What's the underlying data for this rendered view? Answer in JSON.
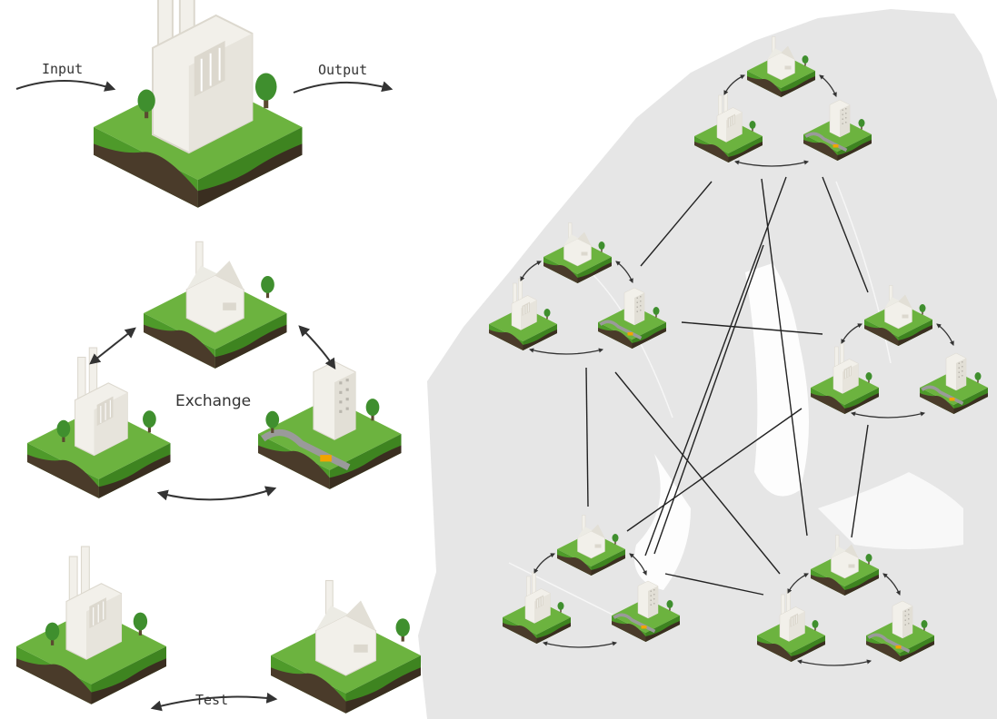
{
  "labels": {
    "input": "Input",
    "output": "Output",
    "exchange": "Exchange",
    "test": "Test"
  },
  "colors": {
    "grass_top": "#6cb33f",
    "grass_left": "#4e9a2a",
    "grass_right": "#3e8420",
    "soil": "#4a3b2a",
    "building": "#f2f0ea",
    "building_shade": "#dcd8ce",
    "tree": "#3f8f2e",
    "map_land": "#e6e6e6",
    "map_border": "#f4f4f4",
    "connection": "#222222",
    "truck": "#f2a400"
  },
  "icons": [
    "factory-icon",
    "office-building-icon",
    "tree-icon",
    "truck-icon",
    "double-arrow-icon",
    "map-icon"
  ]
}
